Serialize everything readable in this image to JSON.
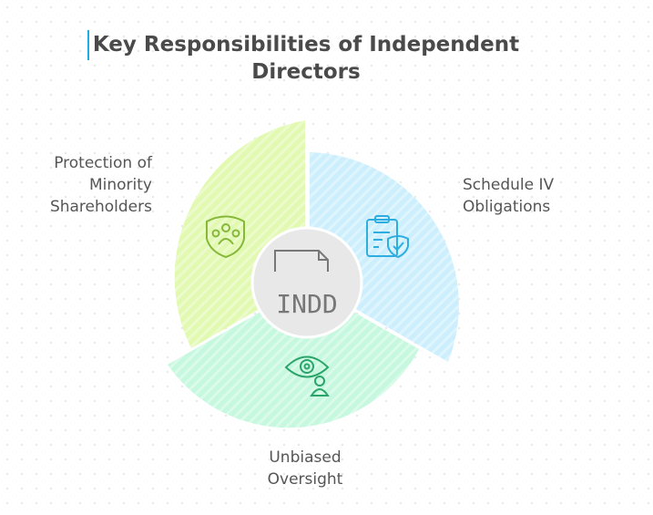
{
  "title": {
    "line1": "Key Responsibilities of Independent",
    "line2": "Directors"
  },
  "center": {
    "label": "INDD",
    "icon": "document-icon"
  },
  "segments": [
    {
      "name": "protection",
      "lines": [
        "Protection of",
        "Minority",
        "Shareholders"
      ],
      "icon": "shield-group-icon",
      "color": "#e2f9b1",
      "icon_color": "#86b83a"
    },
    {
      "name": "schedule",
      "lines": [
        "Schedule IV",
        "Obligations"
      ],
      "icon": "clipboard-shield-icon",
      "color": "#cdeffd",
      "icon_color": "#2eaee0"
    },
    {
      "name": "oversight",
      "lines": [
        "Unbiased",
        "Oversight"
      ],
      "icon": "eye-person-icon",
      "color": "#c6f8df",
      "icon_color": "#2aa56a"
    }
  ]
}
